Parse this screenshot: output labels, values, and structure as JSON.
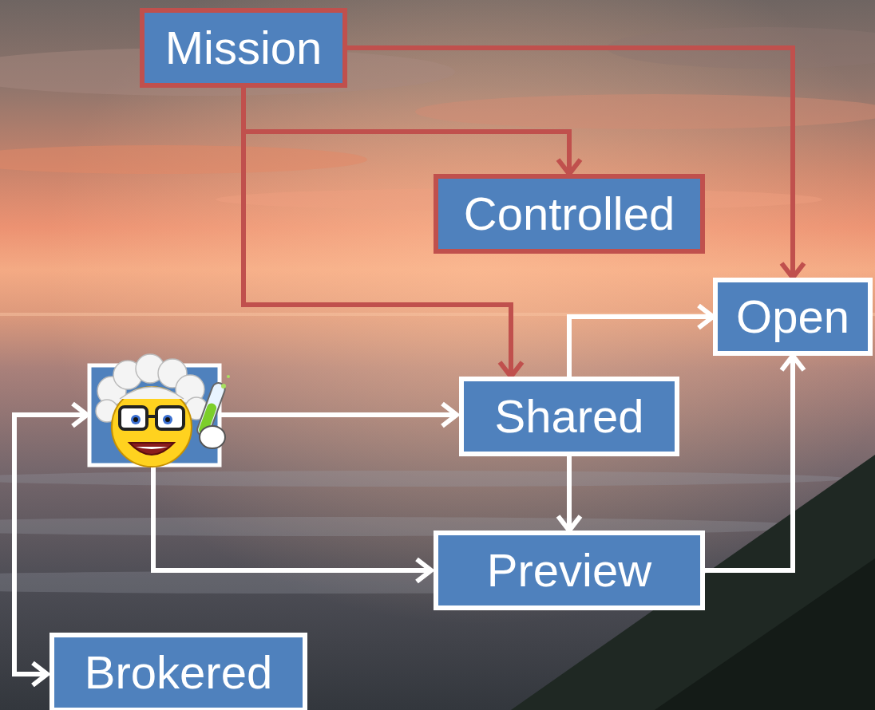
{
  "diagram": {
    "nodes": [
      {
        "text": [
          "Mission"
        ]
      },
      {
        "text": [
          "Controlled"
        ]
      },
      {
        "text": [
          "Open"
        ]
      },
      {
        "text": [
          "Shared"
        ]
      },
      {
        "text": [
          "Preview"
        ]
      },
      {
        "text": [
          "Brokered"
        ]
      }
    ],
    "edges": [
      {
        "from": 0,
        "to": 2,
        "arrow": "to"
      },
      {
        "from": 0,
        "to": 1,
        "arrow": "to"
      },
      {
        "from": 0,
        "to": 3,
        "arrow": "to"
      },
      {
        "from": 3,
        "to": 2,
        "arrow": "to"
      },
      {
        "from": 3,
        "to": 4,
        "arrow": "to"
      },
      {
        "from": 4,
        "to": 2,
        "arrow": "to"
      }
    ]
  }
}
